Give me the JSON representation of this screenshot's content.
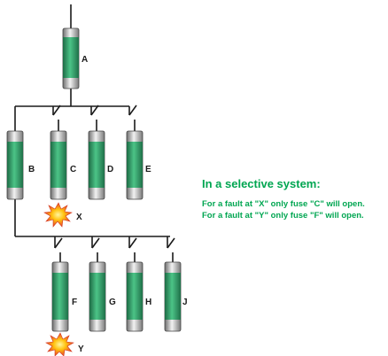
{
  "fuses": {
    "main": {
      "label": "A"
    },
    "branch1": [
      {
        "label": "B"
      },
      {
        "label": "C"
      },
      {
        "label": "D"
      },
      {
        "label": "E"
      }
    ],
    "branch2": [
      {
        "label": "F"
      },
      {
        "label": "G"
      },
      {
        "label": "H"
      },
      {
        "label": "J"
      }
    ]
  },
  "faults": [
    {
      "label": "X",
      "at_fuse": "C"
    },
    {
      "label": "Y",
      "at_fuse": "F"
    }
  ],
  "info": {
    "heading": "In a selective system:",
    "lines": [
      "For a fault at \"X\" only fuse \"C\" will open.",
      "For a fault at \"Y\" only fuse \"F\" will open."
    ]
  },
  "colors": {
    "accent": "#00a651",
    "fuse_body": "#2f9e6a",
    "line": "#1a1a1a",
    "fault_burst": "#f7941d"
  }
}
